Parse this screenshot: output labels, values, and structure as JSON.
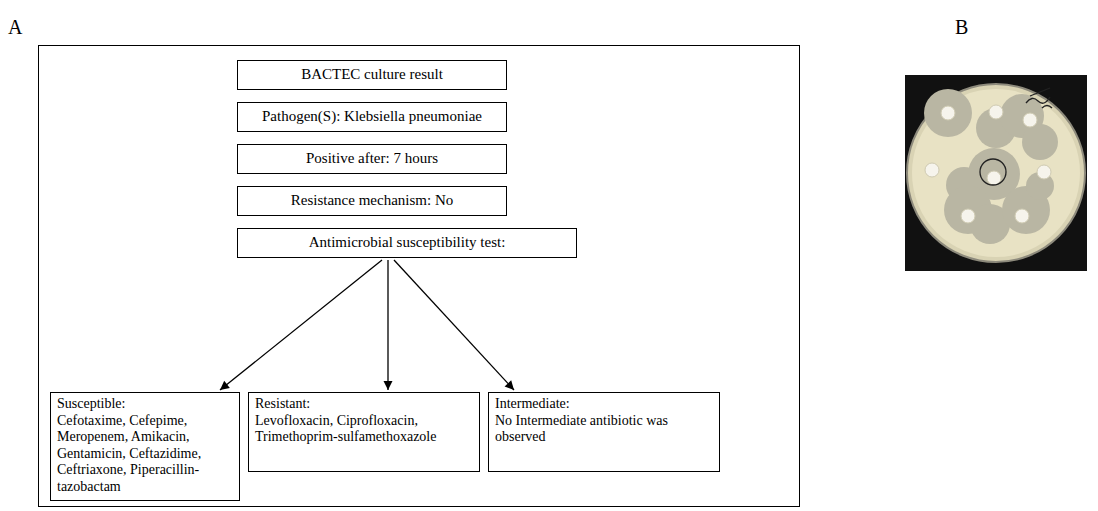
{
  "diagram": {
    "nodes": [
      {
        "text": [
          "BACTEC culture result"
        ]
      },
      {
        "text": [
          "Pathogen(S): Klebsiella pneumoniae"
        ]
      },
      {
        "text": [
          "Positive after: 7 hours"
        ]
      },
      {
        "text": [
          "Resistance mechanism: No"
        ]
      },
      {
        "text": [
          "Antimicrobial susceptibility test:"
        ]
      },
      {
        "text": [
          "Susceptible:",
          "Cefotaxime, Cefepime, Meropenem, Amikacin, Gentamicin, Ceftazidime, Ceftriaxone, Piperacillin-tazobactam"
        ]
      },
      {
        "text": [
          "Resistant:",
          "Levofloxacin, Ciprofloxacin, Trimethoprim-sulfamethoxazole"
        ]
      },
      {
        "text": [
          "Intermediate:",
          "No Intermediate antibiotic was observed"
        ]
      }
    ],
    "edges": [
      {
        "from": 4,
        "to": 5,
        "arrow": "to"
      },
      {
        "from": 4,
        "to": 6,
        "arrow": "to"
      },
      {
        "from": 4,
        "to": 7,
        "arrow": "to"
      }
    ],
    "labels": [
      "A",
      "B"
    ]
  }
}
